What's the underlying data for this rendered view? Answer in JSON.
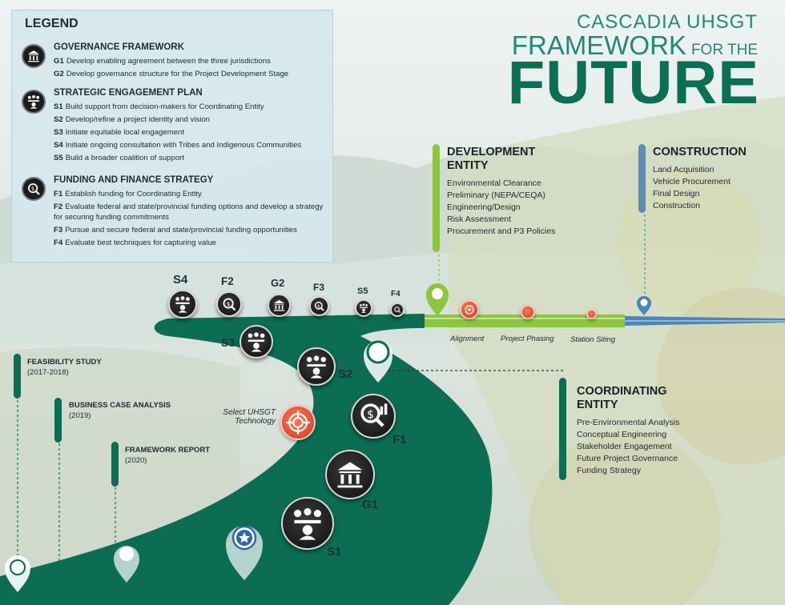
{
  "legend": {
    "title": "LEGEND",
    "sections": [
      {
        "icon": "government-building-icon",
        "heading": "GOVERNANCE FRAMEWORK",
        "items": [
          {
            "code": "G1",
            "text": "Develop enabling agreement between the three jurisdictions"
          },
          {
            "code": "G2",
            "text": "Develop governance structure for the Project Development Stage"
          }
        ]
      },
      {
        "icon": "people-group-icon",
        "heading": "STRATEGIC ENGAGEMENT PLAN",
        "items": [
          {
            "code": "S1",
            "text": "Build support from decision-makers for Coordinating Entity"
          },
          {
            "code": "S2",
            "text": "Develop/refine a project identity and vision"
          },
          {
            "code": "S3",
            "text": "Initiate equitable local engagement"
          },
          {
            "code": "S4",
            "text": "Initiate ongoing consultation with Tribes and Indigenous Communities"
          },
          {
            "code": "S5",
            "text": "Build a broader coalition of support"
          }
        ]
      },
      {
        "icon": "money-search-icon",
        "heading": "FUNDING AND FINANCE STRATEGY",
        "items": [
          {
            "code": "F1",
            "text": "Establish funding for Coordinating Entity"
          },
          {
            "code": "F2",
            "text": "Evaluate federal and state/provincial funding options and develop a strategy for securing funding commitments"
          },
          {
            "code": "F3",
            "text": "Pursue and secure federal and state/provincial funding opportunities"
          },
          {
            "code": "F4",
            "text": "Evaluate best techniques for capturing value"
          }
        ]
      }
    ]
  },
  "title": {
    "line1": "CASCADIA UHSGT",
    "line2a": "FRAMEWORK",
    "line2b": "FOR THE",
    "line3": "FUTURE"
  },
  "development": {
    "heading1": "DEVELOPMENT",
    "heading2": "ENTITY",
    "items": [
      "Environmental Clearance",
      "Preliminary (NEPA/CEQA)",
      "Engineering/Design",
      "Risk Assessment",
      "Procurement and P3 Policies"
    ]
  },
  "construction": {
    "heading": "CONSTRUCTION",
    "items": [
      "Land Acquisition",
      "Vehicle Procurement",
      "Final Design",
      "Construction"
    ]
  },
  "coordinating": {
    "heading1": "COORDINATING",
    "heading2": "ENTITY",
    "items": [
      "Pre-Environmental Analysis",
      "Conceptual Engineering",
      "Stakeholder Engagement",
      "Future Project Governance",
      "Funding Strategy"
    ]
  },
  "history": [
    {
      "name": "FEASIBILITY STUDY",
      "years": "(2017-2018)"
    },
    {
      "name": "BUSINESS CASE ANALYSIS",
      "years": "(2019)"
    },
    {
      "name": "FRAMEWORK REPORT",
      "years": "(2020)"
    }
  ],
  "path_labels": {
    "s4": "S4",
    "f2": "F2",
    "g2": "G2",
    "f3": "F3",
    "s5": "S5",
    "f4": "F4",
    "s3": "S3",
    "s2": "S2",
    "f1": "F1",
    "g1": "G1",
    "s1": "S1"
  },
  "technology": {
    "line1": "Select UHSGT",
    "line2": "Technology"
  },
  "sublabels": {
    "alignment": "Alignment",
    "phasing": "Project Phasing",
    "siting": "Station Siting"
  },
  "colors": {
    "road": "#0b6d52",
    "dev_green": "#8cc63f",
    "construction_blue": "#5b8db8",
    "title_teal": "#1f8a76"
  }
}
